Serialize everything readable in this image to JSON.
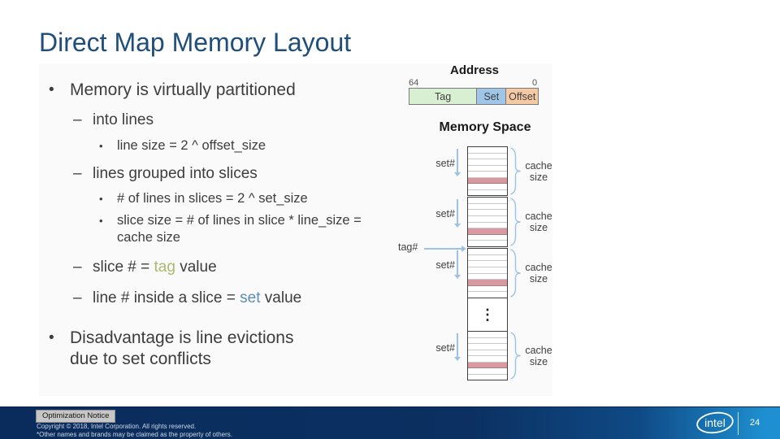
{
  "title": "Direct Map Memory Layout",
  "markers": {
    "level1": "•",
    "level2": "–",
    "level3": "•"
  },
  "bullets": {
    "memory_partitioned": "Memory is virtually partitioned",
    "into_lines": "into lines",
    "line_size": "line size = 2 ^ offset_size",
    "lines_grouped": "lines grouped into slices",
    "num_lines": "# of lines in slices = 2 ^ set_size",
    "slice_size": "slice size = # of lines in slice * line_size = cache size",
    "slice_tag": {
      "prefix": "slice # = ",
      "word": "tag",
      "suffix": " value"
    },
    "line_set": {
      "prefix": "line # inside a slice = ",
      "word": "set",
      "suffix": " value"
    },
    "disadvantage": "Disadvantage is line evictions due to set conflicts"
  },
  "diagram": {
    "address": {
      "title": "Address",
      "bit_high": "64",
      "bit_low": "0",
      "fields": [
        {
          "label": "Tag",
          "color": "#d9efd2"
        },
        {
          "label": "Set",
          "color": "#9fc5e8"
        },
        {
          "label": "Offset",
          "color": "#f6c9a5"
        }
      ]
    },
    "memory_title": "Memory Space",
    "tag_pointer": "tag#",
    "ellipsis": "⋮",
    "slices": [
      {
        "set_label": "set#",
        "cache_label": "cache size"
      },
      {
        "set_label": "set#",
        "cache_label": "cache size"
      },
      {
        "set_label": "set#",
        "cache_label": "cache size"
      },
      {
        "set_label": "set#",
        "cache_label": "cache size"
      }
    ]
  },
  "footer": {
    "notice": "Optimization Notice",
    "line1": "Copyright ©  2018, Intel Corporation. All rights reserved.",
    "line2": "*Other names and brands may be claimed as the property of others.",
    "logo": "intel",
    "page": "24"
  },
  "colors": {
    "title": "#1e4e79",
    "tag_word": "#a9b96e",
    "set_word": "#5f8cb3",
    "highlight_row": "#d89aa0",
    "annotation": "#9cc2e5"
  }
}
